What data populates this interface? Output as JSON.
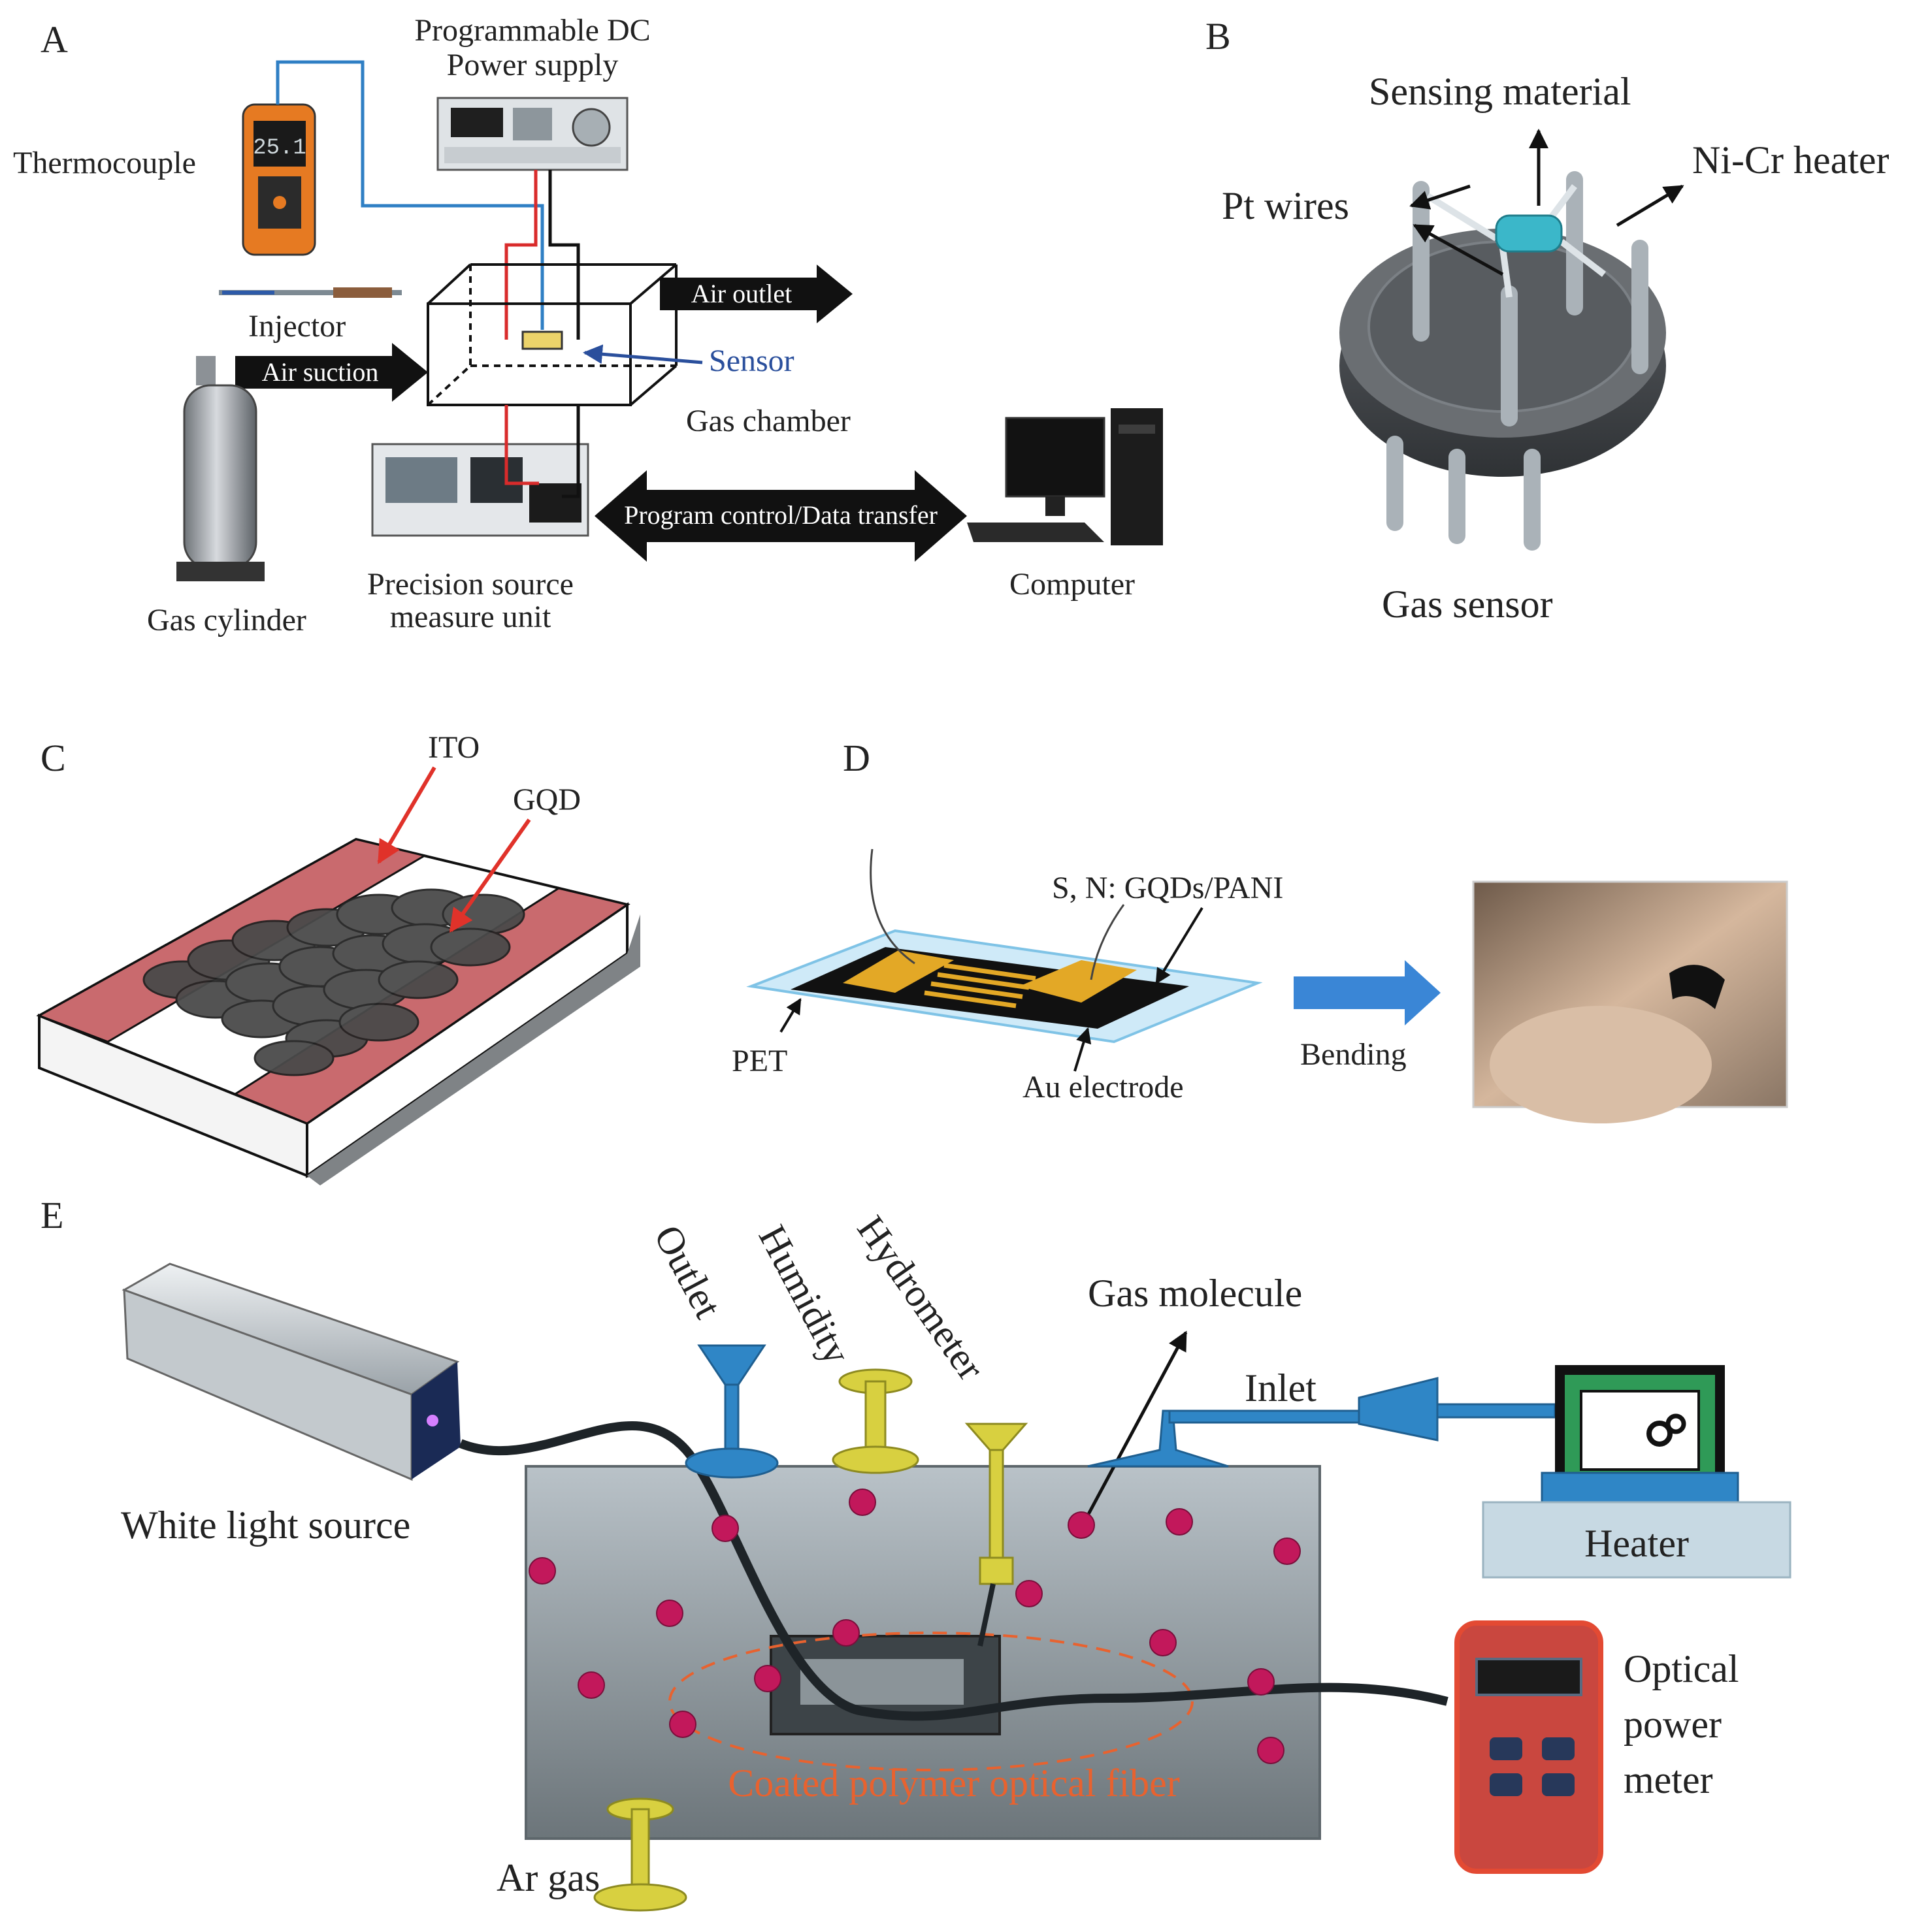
{
  "panels": {
    "A": {
      "letter": "A",
      "programmable_dc": "Programmable DC",
      "power_supply": "Power supply",
      "thermocouple": "Thermocouple",
      "injector": "Injector",
      "air_outlet": "Air outlet",
      "air_suction": "Air suction",
      "sensor": "Sensor",
      "gas_chamber": "Gas chamber",
      "gas_cylinder": "Gas cylinder",
      "psmu_line1": "Precision source",
      "psmu_line2": "measure unit",
      "program_control": "Program control/Data transfer",
      "computer": "Computer",
      "thermo_display": "25.1"
    },
    "B": {
      "letter": "B",
      "sensing_material": "Sensing material",
      "ni_cr_heater": "Ni-Cr heater",
      "pt_wires": "Pt wires",
      "gas_sensor": "Gas sensor"
    },
    "C": {
      "letter": "C",
      "ito": "ITO",
      "gqd": "GQD"
    },
    "D": {
      "letter": "D",
      "sn_gqds_pani": "S, N: GQDs/PANI",
      "pet": "PET",
      "au_electrode": "Au electrode",
      "bending": "Bending"
    },
    "E": {
      "letter": "E",
      "outlet": "Outlet",
      "humidity": "Humidity",
      "hydrometer": "Hydrometer",
      "gas_molecule": "Gas molecule",
      "inlet": "Inlet",
      "white_light_source": "White light source",
      "heater": "Heater",
      "optical_1": "Optical",
      "optical_2": "power",
      "optical_3": "meter",
      "coated_fiber": "Coated polymer optical fiber",
      "ar_gas": "Ar gas"
    }
  },
  "colors": {
    "ito": "#c96a6e",
    "gqd": "#4a4a4a",
    "sensor_blue": "#2a4f9c",
    "red_arrow": "#e0322a",
    "funnel_blue": "#2f86c6",
    "funnel_yellow": "#d8d040",
    "molecule": "#c2185b",
    "meter_red": "#c9473f",
    "fiber_label": "#e8622f"
  }
}
